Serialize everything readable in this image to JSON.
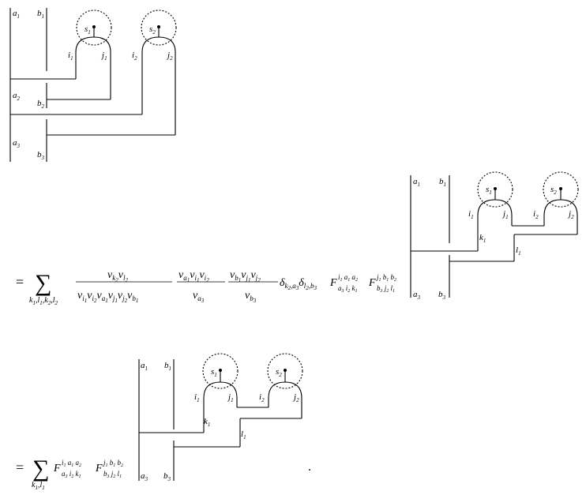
{
  "diagram1": {
    "labels": {
      "a1": [
        "a",
        "1"
      ],
      "b1": [
        "b",
        "1"
      ],
      "s1": [
        "s",
        "1"
      ],
      "s2": [
        "s",
        "2"
      ],
      "i1": [
        "i",
        "1"
      ],
      "j1": [
        "j",
        "1"
      ],
      "i2": [
        "i",
        "2"
      ],
      "j2": [
        "j",
        "2"
      ],
      "a2": [
        "a",
        "2"
      ],
      "b2": [
        "b",
        "2"
      ],
      "a3": [
        "a",
        "3"
      ],
      "b3": [
        "b",
        "3"
      ]
    }
  },
  "equation1": {
    "equals": "=",
    "sum": "∑",
    "sum_index": "k1,l1,k2,l2",
    "frac1_num": "v_{k2} v_{l2}",
    "frac1_den": "v_{i1} v_{i2} v_{a1} v_{j1} v_{j2} v_{b1}",
    "frac2_num": "v_{a1} v_{i1} v_{i2}",
    "frac2_den": "v_{a3}",
    "frac3_num": "v_{b1} v_{j1} v_{j2}",
    "frac3_den": "v_{b3}",
    "tail": "δ_{k2,a3} δ_{l2,b3} F^{i1 a1 a2}_{a3 i2 k1} F^{j1 b1 b2}_{b3 j2 l1}"
  },
  "diagram2": {
    "labels": {
      "a1": [
        "a",
        "1"
      ],
      "b1": [
        "b",
        "1"
      ],
      "s1": [
        "s",
        "1"
      ],
      "s2": [
        "s",
        "2"
      ],
      "i1": [
        "i",
        "1"
      ],
      "j1": [
        "j",
        "1"
      ],
      "i2": [
        "i",
        "2"
      ],
      "j2": [
        "j",
        "2"
      ],
      "k1": [
        "k",
        "1"
      ],
      "l1": [
        "l",
        "1"
      ],
      "a3": [
        "a",
        "3"
      ],
      "b3": [
        "b",
        "3"
      ]
    }
  },
  "equation2": {
    "equals": "=",
    "sum": "∑",
    "sum_index": "k1,l1",
    "tail": "F^{i1 a1 a2}_{a3 i2 k1} F^{j1 b1 b2}_{b3 j2 l1}",
    "period": "."
  },
  "diagram3": {
    "labels": {
      "a1": [
        "a",
        "1"
      ],
      "b1": [
        "b",
        "1"
      ],
      "s1": [
        "s",
        "1"
      ],
      "s2": [
        "s",
        "2"
      ],
      "i1": [
        "i",
        "1"
      ],
      "j1": [
        "j",
        "1"
      ],
      "i2": [
        "i",
        "2"
      ],
      "j2": [
        "j",
        "2"
      ],
      "k1": [
        "k",
        "1"
      ],
      "l1": [
        "l",
        "1"
      ],
      "a3": [
        "a",
        "3"
      ],
      "b3": [
        "b",
        "3"
      ]
    }
  }
}
